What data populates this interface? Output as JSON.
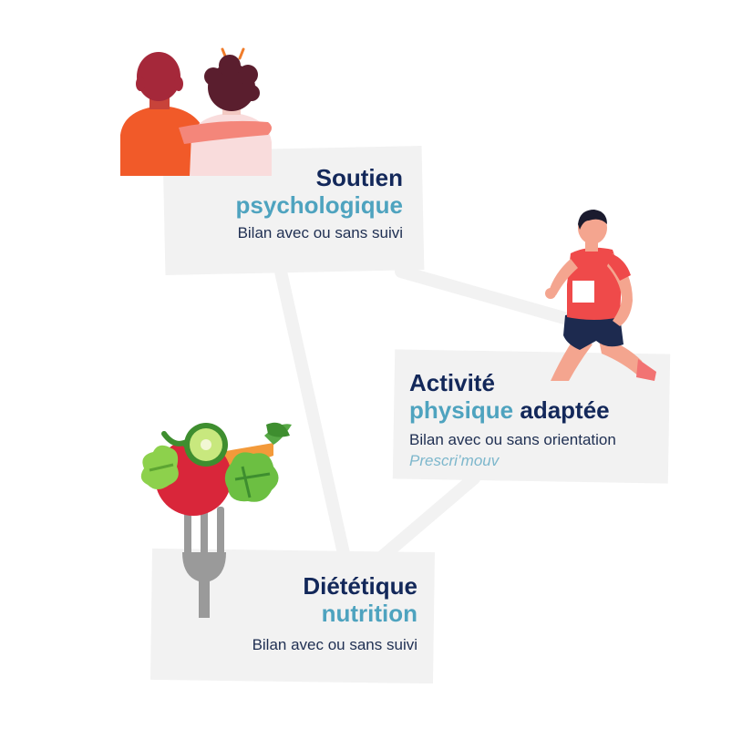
{
  "cards": {
    "psychologique": {
      "title_line1": "Soutien",
      "title_line2": "psychologique",
      "subtitle": "Bilan avec ou sans suivi"
    },
    "activite": {
      "title_line1": "Activité",
      "title_line2_accent": "physique",
      "title_line2_rest": " adaptée",
      "subtitle": "Bilan avec ou sans orientation",
      "note": "Prescri’mouv"
    },
    "dietetique": {
      "title_line1": "Diététique",
      "title_line2": "nutrition",
      "subtitle": "Bilan avec ou sans suivi"
    }
  },
  "colors": {
    "title_dark": "#13285a",
    "title_accent": "#4ea3bf",
    "card_bg": "#f2f2f2",
    "connector": "#f2f2f2"
  },
  "icons": [
    "friends-embrace-illustration",
    "runner-illustration",
    "vegetable-fork-illustration"
  ]
}
